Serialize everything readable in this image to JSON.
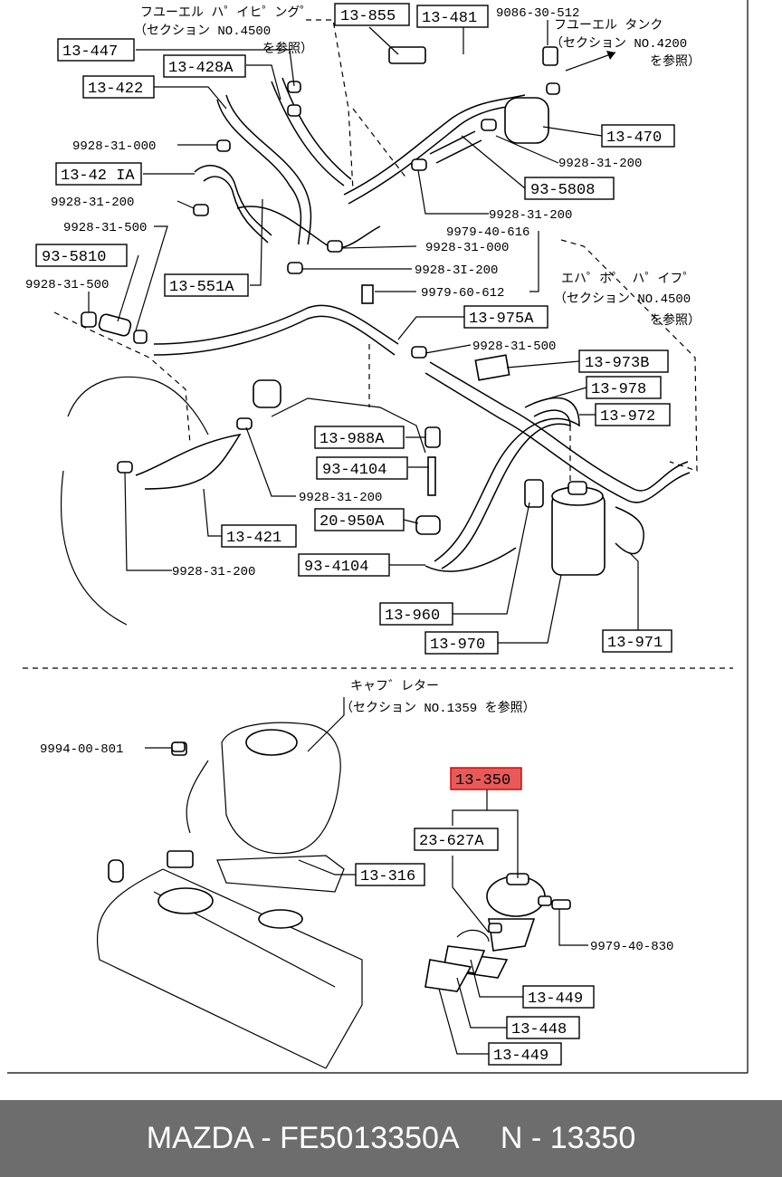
{
  "notes": {
    "fuel_piping": [
      "フユーエル ハ゜イヒ゜ング゜",
      "（セクション NO.4500",
      "を参照）"
    ],
    "fuel_tank": [
      "フユーエル タンク",
      "（セクション NO.4200",
      "を参照）"
    ],
    "evap_pipe": [
      "エハ゜ホ゜ ハ゜イフ゜",
      "（セクション NO.4500",
      "を参照）"
    ],
    "carburetor": [
      "キャフ゛レター",
      "（セクション NO.1359 を参照）"
    ]
  },
  "boxed_labels": {
    "p13_855": "13-855",
    "p13_481": "13-481",
    "p13_447": "13-447",
    "p13_428A": "13-428A",
    "p13_422": "13-422",
    "p13_470": "13-470",
    "p13_421A": "13-42 IA",
    "p93_5808": "93-5808",
    "p93_5810": "93-5810",
    "p13_551A": "13-551A",
    "p13_975A": "13-975A",
    "p13_973B": "13-973B",
    "p13_978": "13-978",
    "p13_972": "13-972",
    "p13_988A": "13-988A",
    "p93_4104a": "93-4104",
    "p20_950A": "20-950A",
    "p13_421": "13-421",
    "p93_4104b": "93-4104",
    "p13_960": "13-960",
    "p13_970": "13-970",
    "p13_971": "13-971",
    "p13_350": "13-350",
    "p23_627A": "23-627A",
    "p13_316": "13-316",
    "p13_449a": "13-449",
    "p13_448": "13-448",
    "p13_449b": "13-449"
  },
  "plain_labels": {
    "n9086_30_512": "9086-30-512",
    "n9928_31_000a": "9928-31-000",
    "n9928_31_200a": "9928-31-200",
    "n9928_31_200b": "9928-31-200",
    "n9928_31_200c": "9928-31-200",
    "n9928_31_500a": "9928-31-500",
    "n9979_40_616": "9979-40-616",
    "n9928_31_000b": "9928-31-000",
    "n9928_31_200d": "9928-3I-200",
    "n9928_31_500b": "9928-31-500",
    "n9979_60_612": "9979-60-612",
    "n9928_31_500c": "9928-31-500",
    "n9928_31_200e": "9928-31-200",
    "n9928_31_200f": "9928-31-200",
    "n9994_00_801": "9994-00-801",
    "n9979_40_830": "9979-40-830"
  },
  "colors": {
    "highlight": "#e85a5a",
    "footer_bg": "#6d6d6d"
  },
  "footer": {
    "text": "MAZDA - FE5013350A     N - 13350"
  }
}
